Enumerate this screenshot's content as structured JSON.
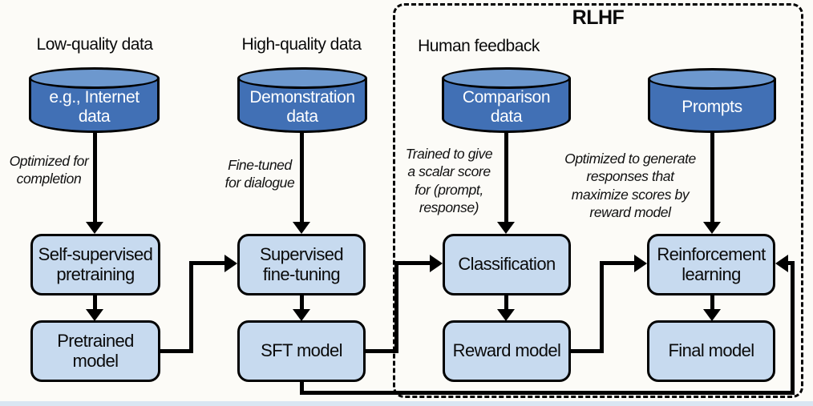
{
  "rlhf": {
    "label": "RLHF"
  },
  "columns": [
    {
      "heading": "Low-quality data",
      "cylinder_label": "e.g., Internet\ndata",
      "annotation": "Optimized for\ncompletion",
      "process_box": "Self-supervised\npretraining",
      "model_box": "Pretrained\nmodel"
    },
    {
      "heading": "High-quality data",
      "cylinder_label": "Demonstration\ndata",
      "annotation": "Fine-tuned\nfor dialogue",
      "process_box": "Supervised\nfine-tuning",
      "model_box": "SFT model"
    },
    {
      "heading": "Human feedback",
      "cylinder_label": "Comparison\ndata",
      "annotation": "Trained to give\na scalar score\nfor (prompt,\nresponse)",
      "process_box": "Classification",
      "model_box": "Reward model"
    },
    {
      "cylinder_label": "Prompts",
      "annotation": "Optimized to generate\nresponses that\nmaximize scores by\nreward model",
      "process_box": "Reinforcement\nlearning",
      "model_box": "Final model"
    }
  ],
  "colors": {
    "cylinder_body": "#4170b5",
    "cylinder_top": "#6d98ce",
    "box_fill": "#c7daef",
    "outline": "#000000",
    "background": "#fcfbf7",
    "bottom_strip": "#d9e6f2"
  }
}
